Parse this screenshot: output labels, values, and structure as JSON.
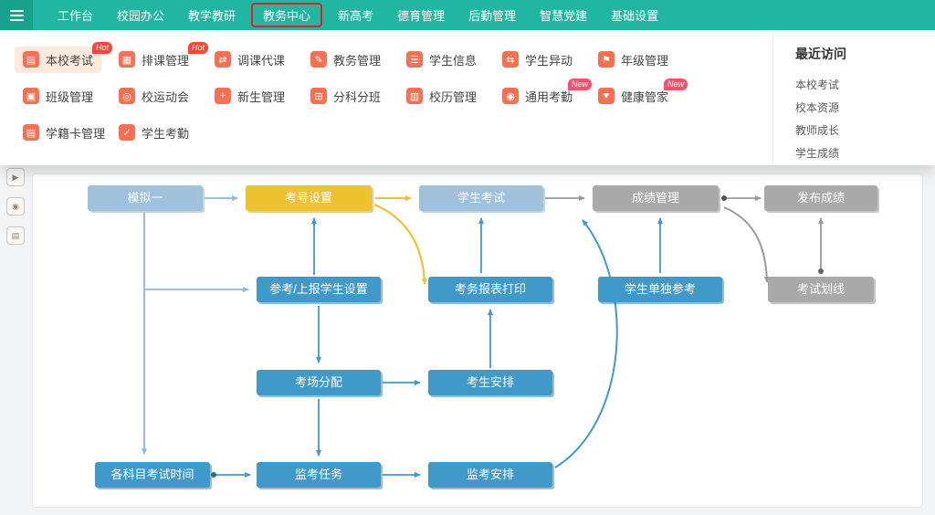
{
  "topbar": {
    "items": [
      "工作台",
      "校园办公",
      "教学教研",
      "教务中心",
      "新高考",
      "德育管理",
      "后勤管理",
      "智慧党建",
      "基础设置"
    ]
  },
  "sidebar": {
    "icons": [
      "▶",
      "◉",
      "▤"
    ]
  },
  "mega_menu": {
    "items": [
      {
        "label": "本校考试",
        "icon": "▤",
        "badge": "Hot"
      },
      {
        "label": "排课管理",
        "icon": "▦",
        "badge": "Hot"
      },
      {
        "label": "调课代课",
        "icon": "⇄"
      },
      {
        "label": "教务管理",
        "icon": "✎"
      },
      {
        "label": "学生信息",
        "icon": "☰"
      },
      {
        "label": "学生异动",
        "icon": "⇆"
      },
      {
        "label": "年级管理",
        "icon": "⚑"
      },
      {
        "label": "班级管理",
        "icon": "▣"
      },
      {
        "label": "校运动会",
        "icon": "◎"
      },
      {
        "label": "新生管理",
        "icon": "+"
      },
      {
        "label": "分科分班",
        "icon": "⊞"
      },
      {
        "label": "校历管理",
        "icon": "▥"
      },
      {
        "label": "通用考勤",
        "icon": "◉",
        "badge": "New"
      },
      {
        "label": "健康管家",
        "icon": "♥",
        "badge": "New"
      },
      {
        "label": "学籍卡管理",
        "icon": "▤"
      },
      {
        "label": "学生考勤",
        "icon": "✓"
      }
    ],
    "recent": {
      "title": "最近访问",
      "items": [
        "本校考试",
        "校本资源",
        "教师成长",
        "学生成绩"
      ]
    }
  },
  "flowchart": {
    "nodes": [
      {
        "label": "模拟一",
        "type": "lightblue"
      },
      {
        "label": "考号设置",
        "type": "yellow"
      },
      {
        "label": "学生考试",
        "type": "lightblue"
      },
      {
        "label": "成绩管理",
        "type": "gray"
      },
      {
        "label": "发布成绩",
        "type": "gray"
      },
      {
        "label": "参考/上报学生设置",
        "type": "blue"
      },
      {
        "label": "考务报表打印",
        "type": "blue"
      },
      {
        "label": "学生单独参考",
        "type": "blue"
      },
      {
        "label": "考试划线",
        "type": "gray"
      },
      {
        "label": "考场分配",
        "type": "blue"
      },
      {
        "label": "考生安排",
        "type": "blue"
      },
      {
        "label": "各科目考试时间",
        "type": "blue"
      },
      {
        "label": "监考任务",
        "type": "blue"
      },
      {
        "label": "监考安排",
        "type": "blue"
      }
    ]
  },
  "colors": {
    "topbar_teal": "#20b6a2",
    "icon_orange": "#fa6e51",
    "badge_hot": "#ff4538",
    "badge_new": "#ff4f68",
    "node_blue": "#3f9ac9",
    "node_lightblue": "#9fc1dc",
    "node_yellow": "#eec22e",
    "node_gray": "#a9a9a9",
    "highlight_box_red": "#e02020"
  }
}
